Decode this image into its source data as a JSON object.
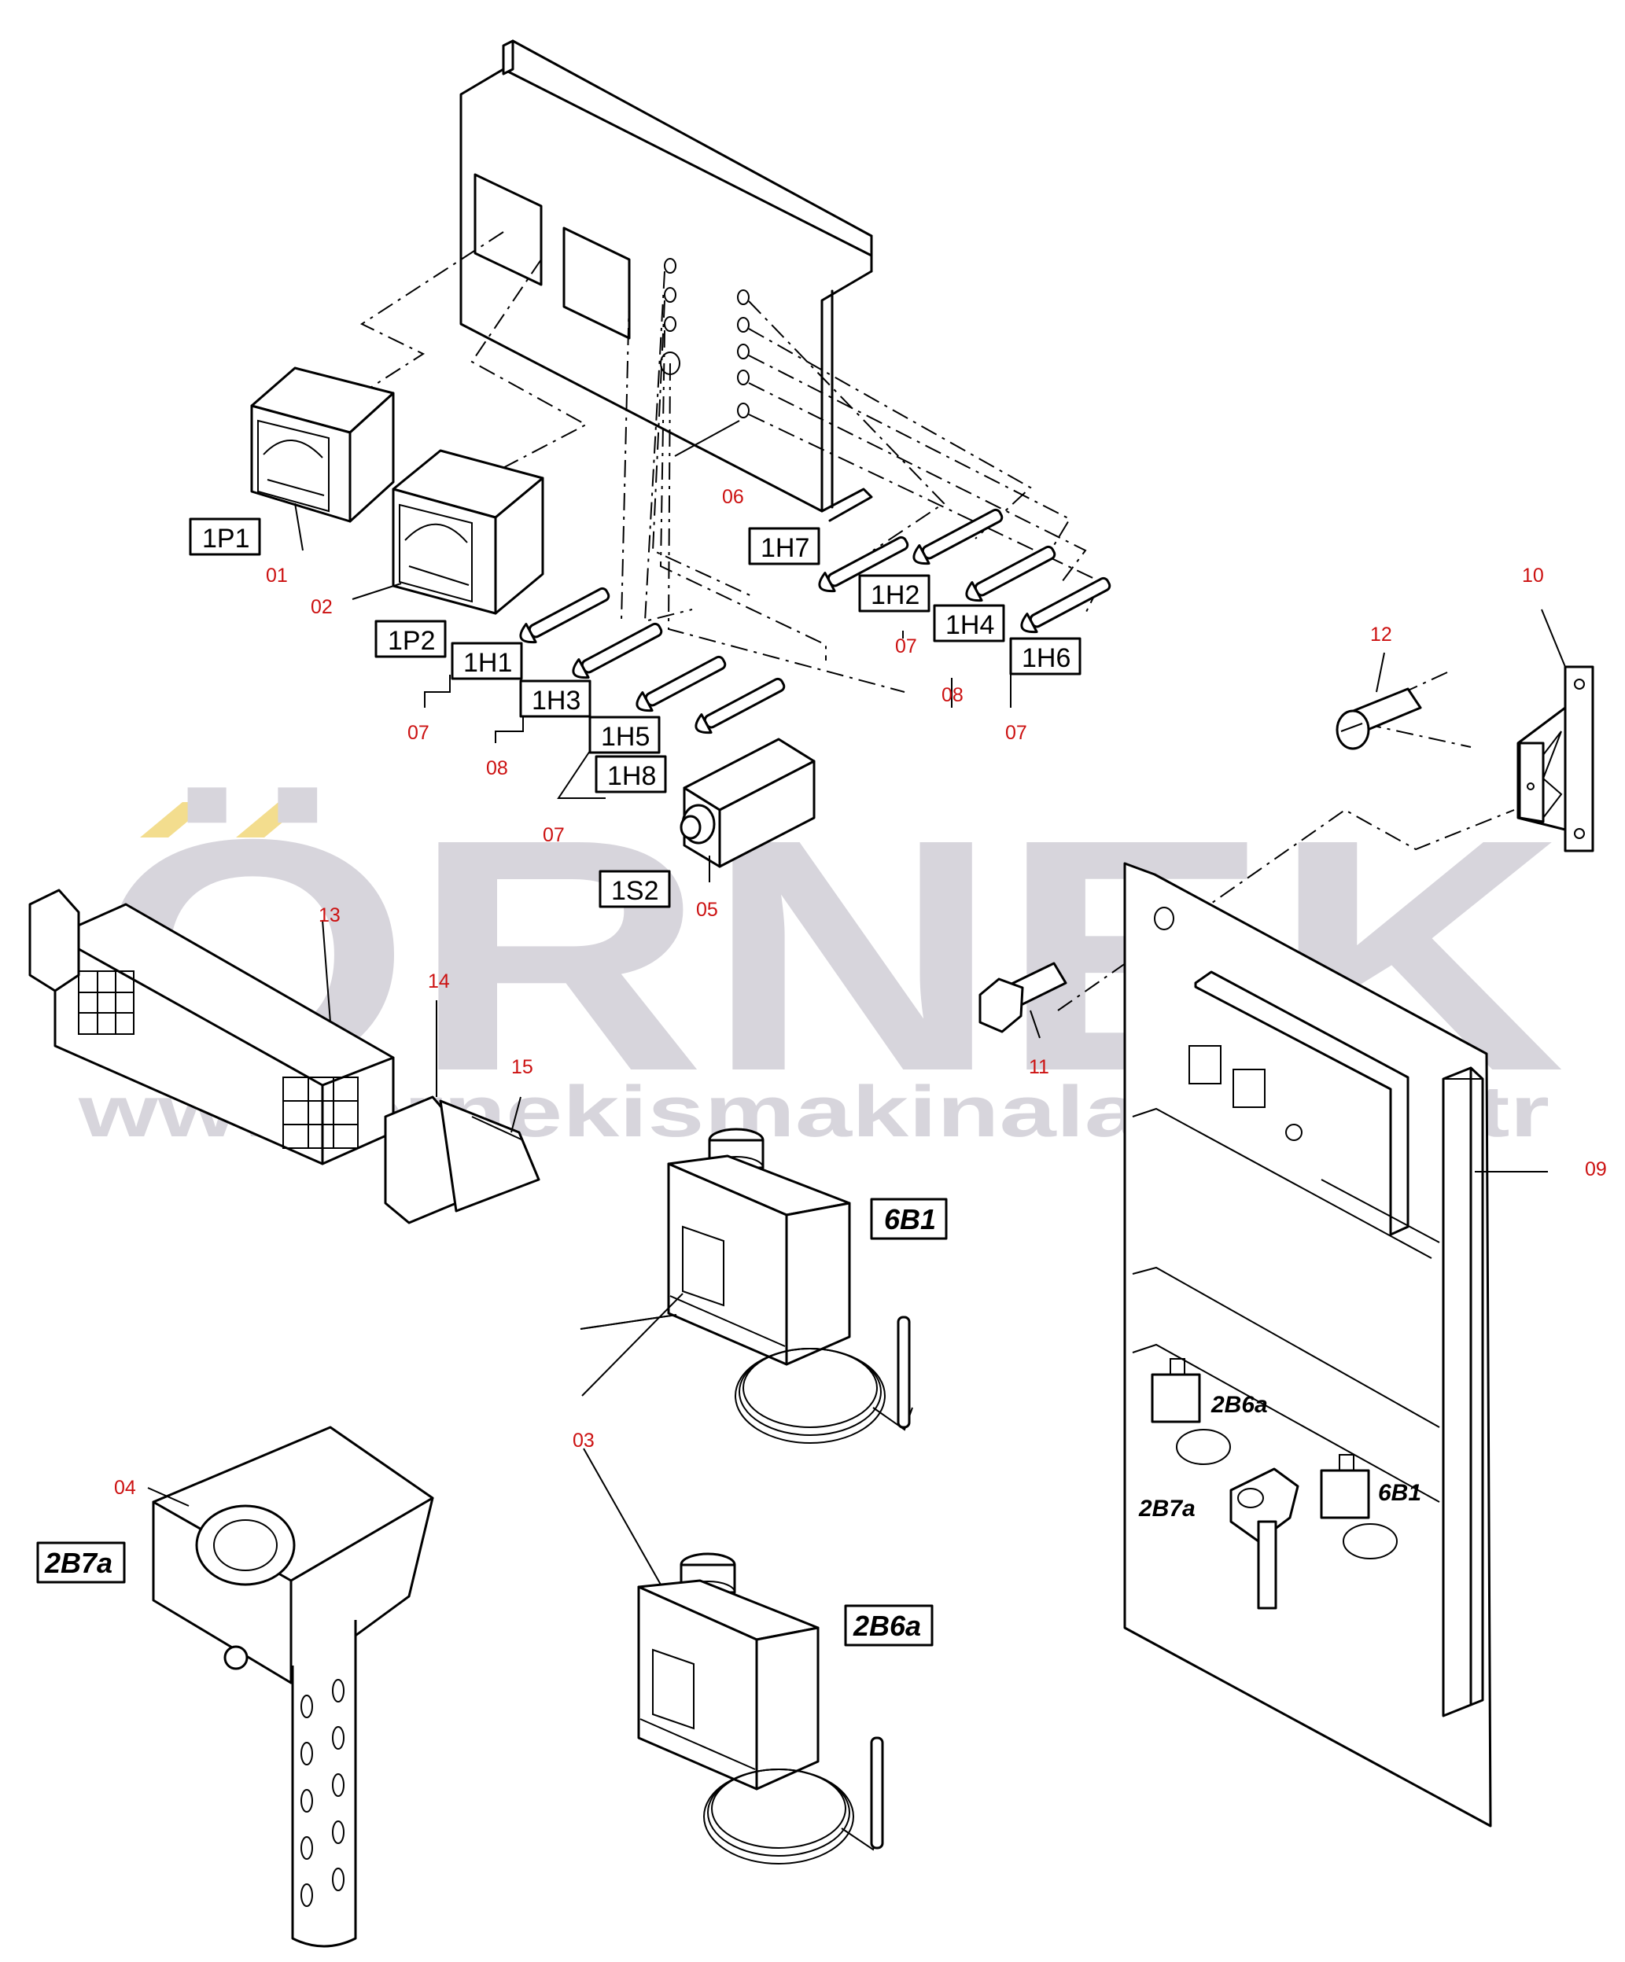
{
  "watermark": {
    "brand": "ÖRNEK",
    "url": "www.ornekismakinalari.com.tr",
    "brand_color": "#d7d5dc",
    "accent_color": "#f3dd8e"
  },
  "colors": {
    "part_number": "#cc1111",
    "line": "#000000"
  },
  "part_numbers": {
    "p01": "01",
    "p02": "02",
    "p03": "03",
    "p04": "04",
    "p05": "05",
    "p06": "06",
    "p07a": "07",
    "p07b": "07",
    "p07c": "07",
    "p07d": "07",
    "p08a": "08",
    "p08b": "08",
    "p09": "09",
    "p10": "10",
    "p11": "11",
    "p12": "12",
    "p13": "13",
    "p14": "14",
    "p15": "15"
  },
  "component_labels": {
    "c1P1": "1P1",
    "c1P2": "1P2",
    "c1H1": "1H1",
    "c1H2": "1H2",
    "c1H3": "1H3",
    "c1H4": "1H4",
    "c1H5": "1H5",
    "c1H6": "1H6",
    "c1H7": "1H7",
    "c1H8": "1H8",
    "c1S2": "1S2",
    "c6B1": "6B1",
    "c2B6a": "2B6a",
    "c2B7a": "2B7a"
  },
  "cabinet_labels": {
    "l2B6a": "2B6a",
    "l2B7a": "2B7a",
    "l6B1": "6B1"
  }
}
